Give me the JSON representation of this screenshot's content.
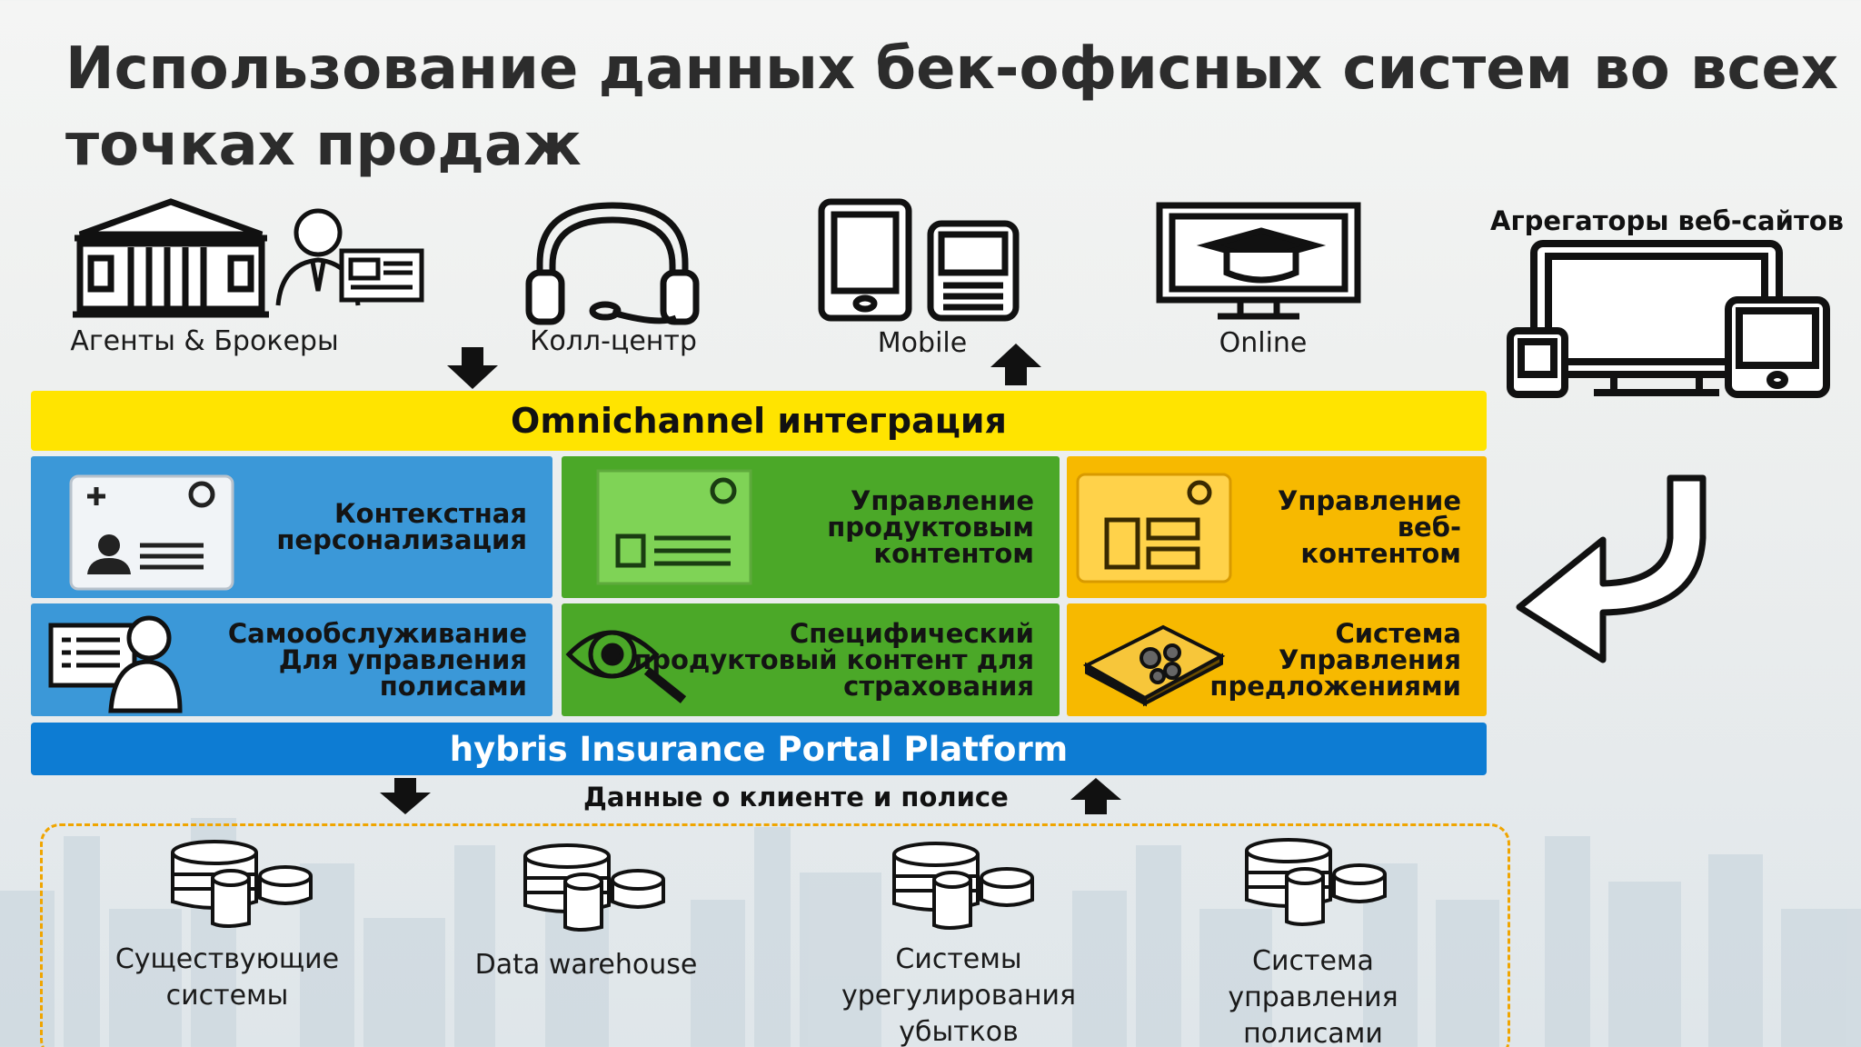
{
  "title": "Использование данных бек-офисных систем во всех точках продаж",
  "channels": {
    "agents": "Агенты & Брокеры",
    "callcenter": "Колл-центр",
    "mobile": "Mobile",
    "online": "Online",
    "aggregators": "Агрегаторы веб-сайтов"
  },
  "omnichannel": "Omnichannel интеграция",
  "modules": {
    "personalization": "Контекстная\nперсонализация",
    "product_content": "Управление\nпродуктовым\nконтентом",
    "web_content": "Управление\nвеб-\nконтентом",
    "self_service": "Самообслуживание\nДля управления\nполисами",
    "insurance_content": "Специфический\nпродуктовый контент для\nстрахования",
    "offer_management": "Система\nУправления\nпредложениями"
  },
  "platform": "hybris Insurance Portal Platform",
  "data_flow": "Данные о клиенте и полисе",
  "backoffice": {
    "existing": "Существующие\nсистемы",
    "warehouse": "Data warehouse",
    "claims": "Системы\nурегулирования\nубытков",
    "policy": "Система\nуправления\nполисами"
  },
  "colors": {
    "yellow_bar": "#ffe400",
    "blue": "#3b98d8",
    "green": "#4ba828",
    "orange": "#f7b900",
    "platform_blue": "#0d7cd3",
    "dashed_border": "#f0a500"
  }
}
